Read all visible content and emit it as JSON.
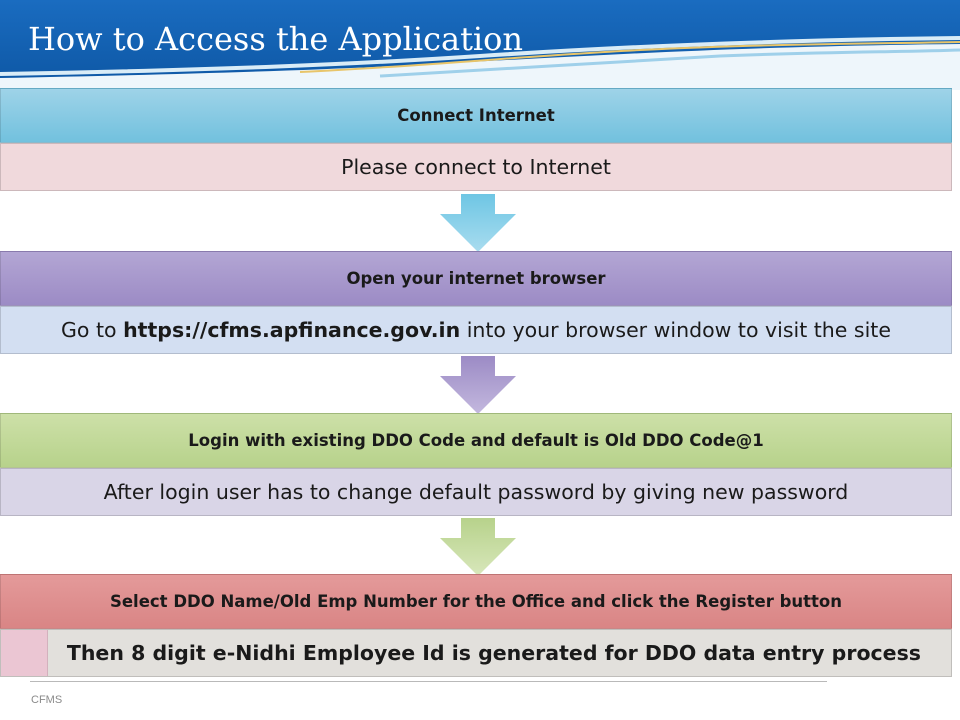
{
  "slide": {
    "title": "How to Access the Application",
    "footer": "CFMS"
  },
  "colors": {
    "header_blue": "#1565b0",
    "step1_accent": "#72c1de",
    "step2_accent": "#9c8bc5",
    "step3_accent": "#b7d28b",
    "step4_accent": "#d98585"
  },
  "steps": [
    {
      "heading": "Connect Internet",
      "detail": "Please connect to Internet"
    },
    {
      "heading": "Open your internet browser",
      "detail_prefix": "Go to ",
      "detail_link": "https://cfms.apfinance.gov.in",
      "detail_suffix": " into your browser window to visit the site"
    },
    {
      "heading": "Login with existing DDO Code and default is Old DDO Code@1",
      "detail": "After login user has to  change default password by giving new password"
    },
    {
      "heading": "Select DDO Name/Old Emp Number for the Office and click the Register button",
      "detail": "Then 8 digit e-Nidhi Employee Id is generated for DDO data entry process"
    }
  ],
  "arrows": [
    "down-arrow-icon",
    "down-arrow-icon",
    "down-arrow-icon"
  ]
}
